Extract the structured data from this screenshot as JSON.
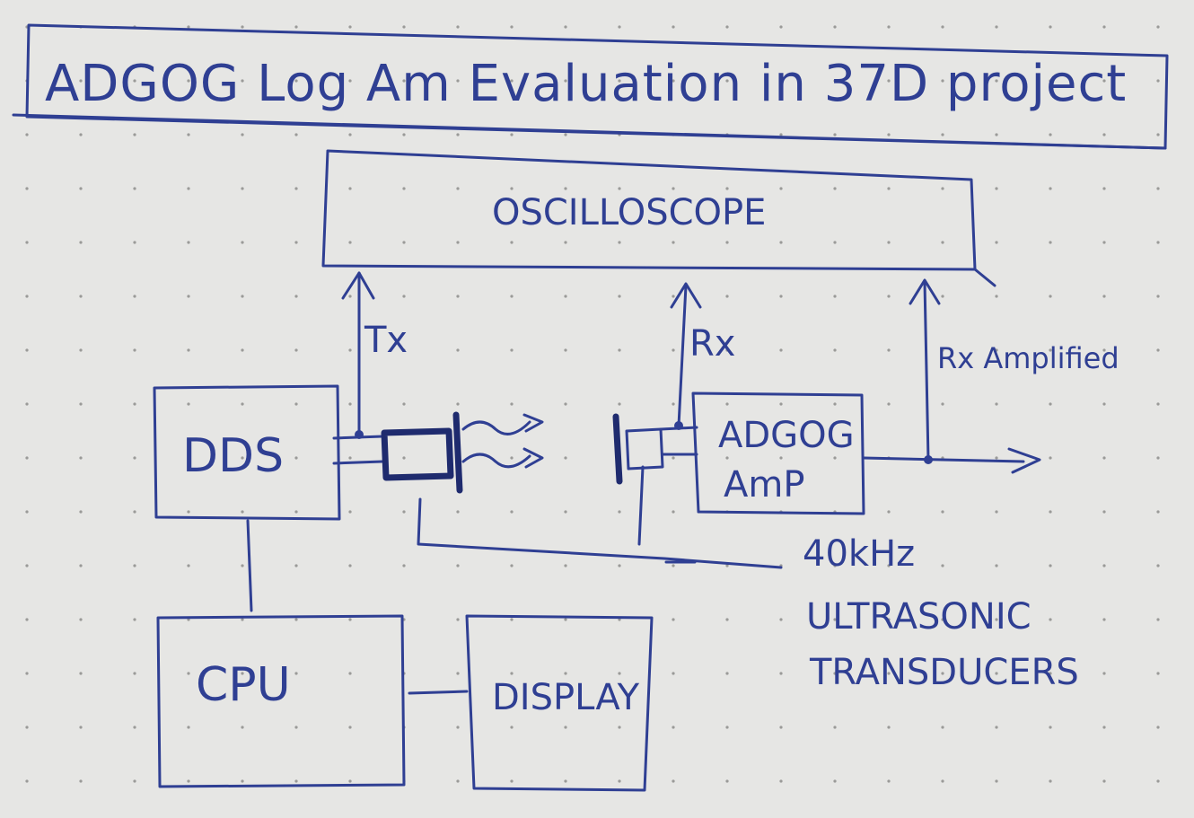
{
  "title": "ADGOG Log Am Evaluation in 37D project",
  "blocks": {
    "oscilloscope": "OSCILLOSCOPE",
    "dds": "DDS",
    "cpu": "CPU",
    "display": "DISPLAY",
    "amp_line1": "ADGOG",
    "amp_line2": "AmP"
  },
  "signals": {
    "tx": "Tx",
    "rx": "Rx",
    "rx_amplified": "Rx Amplified"
  },
  "note": {
    "line1": "40kHz",
    "line2": "ULTRASONIC",
    "line3": "TRANSDUCERS"
  },
  "colors": {
    "ink": "#2f3f93",
    "paper": "#e6e6e4"
  }
}
